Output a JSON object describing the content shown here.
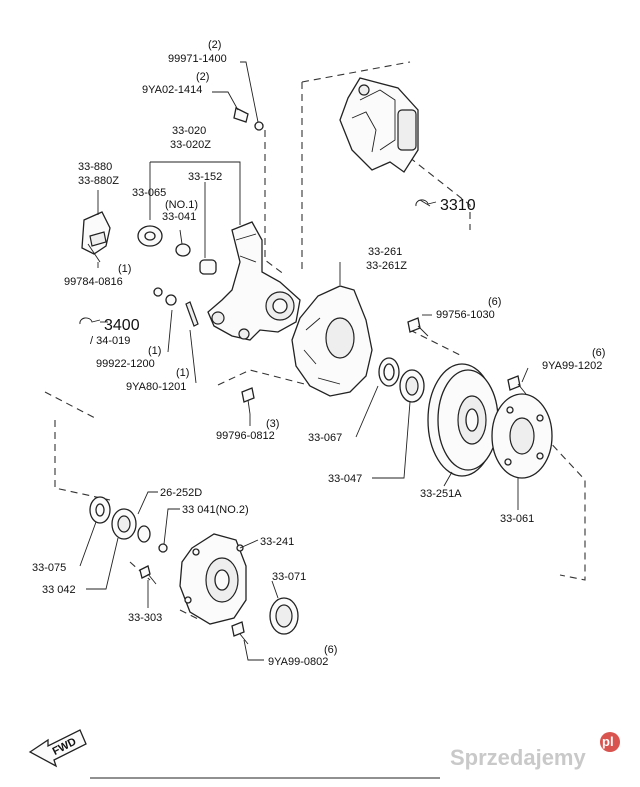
{
  "labels": {
    "l99971": "99971-1400",
    "l99971q": "(2)",
    "l9ya02": "9YA02-1414",
    "l9ya02q": "(2)",
    "l33020": "33-020",
    "l33020z": "33-020Z",
    "l33880": "33-880",
    "l33880z": "33-880Z",
    "l33065": "33-065",
    "l33152": "33-152",
    "lno1": "(NO.1)",
    "l33041": "33-041",
    "l99784": "99784-0816",
    "l99784q": "(1)",
    "l3400": "3400",
    "l34019": "/ 34-019",
    "l99922": "99922-1200",
    "l99922q": "(1)",
    "l9ya80": "9YA80-1201",
    "l9ya80q": "(1)",
    "l3310": "3310",
    "l33261": "33-261",
    "l33261z": "33-261Z",
    "l99756": "99756-1030",
    "l99756q": "(6)",
    "l9ya99a": "9YA99-1202",
    "l9ya99aq": "(6)",
    "l99796": "99796-0812",
    "l99796q": "(3)",
    "l33067": "33-067",
    "l33047": "33-047",
    "l33251a": "33-251A",
    "l33061": "33-061",
    "l26252d": "26-252D",
    "l33041no2": "33 041(NO.2)",
    "l33241": "33-241",
    "l33075": "33-075",
    "l33042": "33 042",
    "l33071": "33-071",
    "l33303": "33-303",
    "l9ya99b": "9YA99-0802",
    "l9ya99bq": "(6)",
    "fwd": "FWD",
    "watermark": "Sprzedajemy",
    "watermark_tld": "pl"
  }
}
